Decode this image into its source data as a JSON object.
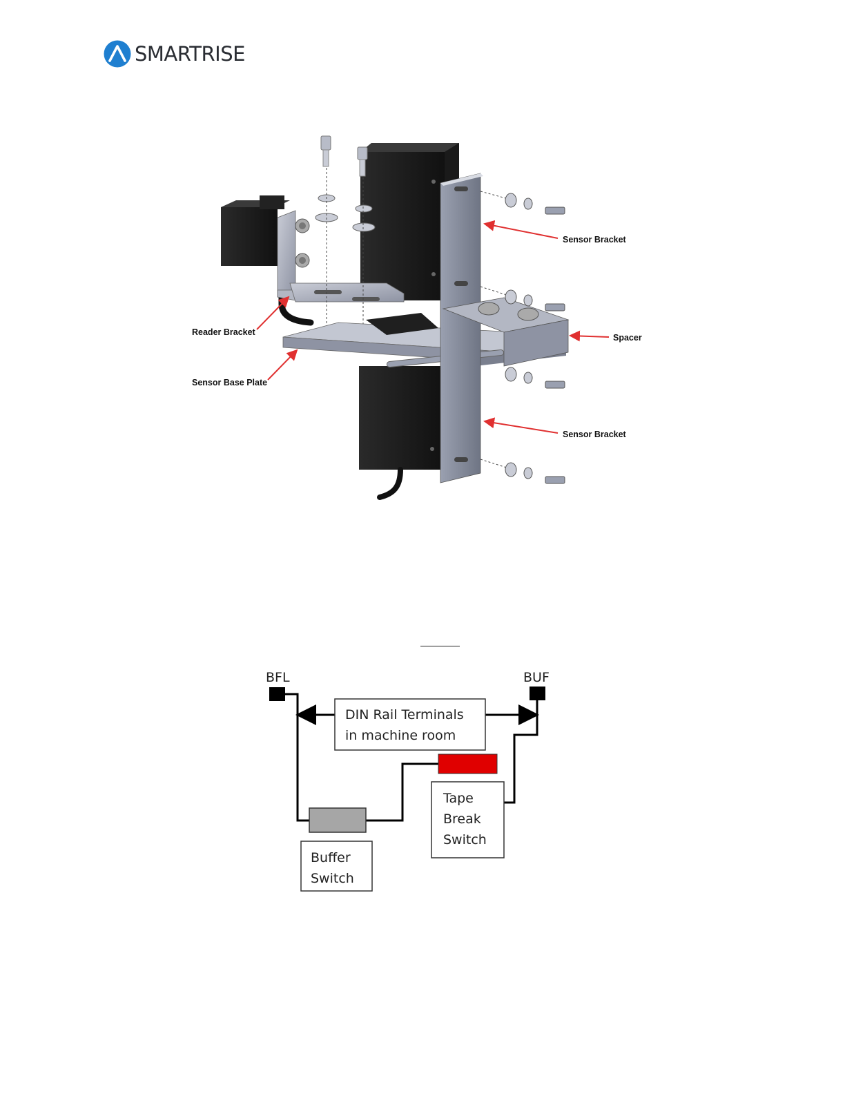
{
  "header": {
    "brand_name": "SMARTRISE",
    "brand_color": "#1f7fd0"
  },
  "figure_assembly": {
    "labels": {
      "sensor_bracket_top": "Sensor Bracket",
      "spacer": "Spacer",
      "reader_bracket": "Reader Bracket",
      "sensor_base_plate": "Sensor Base Plate",
      "sensor_bracket_bottom": "Sensor Bracket"
    },
    "arrow_color": "#e03030"
  },
  "figure_wiring": {
    "terminal_left": "BFL",
    "terminal_right": "BUF",
    "din_rail_line1": "DIN Rail Terminals",
    "din_rail_line2": "in machine room",
    "buffer_switch_line1": "Buffer",
    "buffer_switch_line2": "Switch",
    "tape_break_line1": "Tape",
    "tape_break_line2": "Break",
    "tape_break_line3": "Switch",
    "buffer_switch_color": "#a6a6a6",
    "tape_break_color": "#e00000"
  }
}
